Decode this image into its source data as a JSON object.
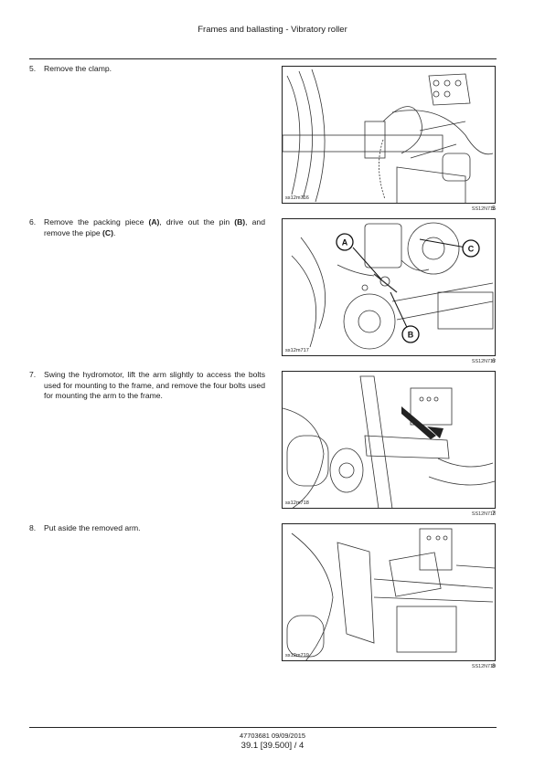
{
  "header": {
    "title": "Frames and ballasting - Vibratory roller"
  },
  "steps": [
    {
      "number": "5.",
      "text": "Remove the clamp."
    },
    {
      "number": "6.",
      "text_parts": [
        "Remove the packing piece ",
        "(A)",
        ", drive out the pin ",
        "(B)",
        ", and remove the pipe ",
        "(C)",
        "."
      ]
    },
    {
      "number": "7.",
      "text": "Swing the hydromotor, lift the arm slightly to access the bolts used for mounting to the frame, and remove the four bolts used for mounting the arm to the frame."
    },
    {
      "number": "8.",
      "text": "Put aside the removed arm."
    }
  ],
  "figures": [
    {
      "code": "ss12m716",
      "caption": "SS12N716",
      "number": "5",
      "labels": []
    },
    {
      "code": "ss12m717",
      "caption": "SS12N717",
      "number": "6",
      "labels": [
        "A",
        "B",
        "C"
      ]
    },
    {
      "code": "ss12m718",
      "caption": "SS12N718",
      "number": "7",
      "labels": []
    },
    {
      "code": "ss12m719",
      "caption": "SS12N719",
      "number": "8",
      "labels": []
    }
  ],
  "footer": {
    "document": "47703681 09/09/2015",
    "page": "39.1 [39.500] / 4"
  }
}
